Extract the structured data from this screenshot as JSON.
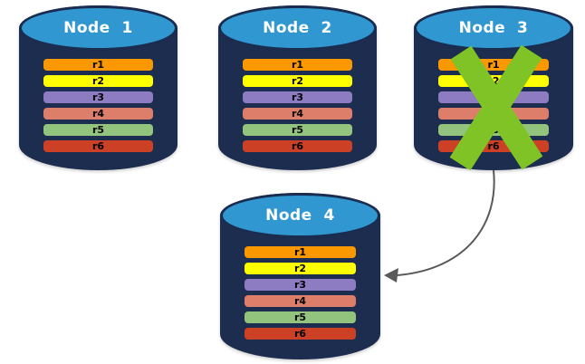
{
  "nodes": [
    {
      "id": "node-1",
      "title": "Node  1",
      "crossed_out": false,
      "rows": [
        {
          "label": "r1",
          "color": "#FB9800"
        },
        {
          "label": "r2",
          "color": "#FFFF00"
        },
        {
          "label": "r3",
          "color": "#8E7CC3"
        },
        {
          "label": "r4",
          "color": "#DD7E6B"
        },
        {
          "label": "r5",
          "color": "#93C47D"
        },
        {
          "label": "r6",
          "color": "#CC4125"
        }
      ]
    },
    {
      "id": "node-2",
      "title": "Node  2",
      "crossed_out": false,
      "rows": [
        {
          "label": "r1",
          "color": "#FB9800"
        },
        {
          "label": "r2",
          "color": "#FFFF00"
        },
        {
          "label": "r3",
          "color": "#8E7CC3"
        },
        {
          "label": "r4",
          "color": "#DD7E6B"
        },
        {
          "label": "r5",
          "color": "#93C47D"
        },
        {
          "label": "r6",
          "color": "#CC4125"
        }
      ]
    },
    {
      "id": "node-3",
      "title": "Node  3",
      "crossed_out": true,
      "rows": [
        {
          "label": "r1",
          "color": "#FB9800"
        },
        {
          "label": "r2",
          "color": "#FFFF00"
        },
        {
          "label": "r3",
          "color": "#8E7CC3"
        },
        {
          "label": "r4",
          "color": "#DD7E6B"
        },
        {
          "label": "r5",
          "color": "#93C47D"
        },
        {
          "label": "r6",
          "color": "#CC4125"
        }
      ]
    },
    {
      "id": "node-4",
      "title": "Node  4",
      "crossed_out": false,
      "rows": [
        {
          "label": "r1",
          "color": "#FB9800"
        },
        {
          "label": "r2",
          "color": "#FFFF00"
        },
        {
          "label": "r3",
          "color": "#8E7CC3"
        },
        {
          "label": "r4",
          "color": "#DD7E6B"
        },
        {
          "label": "r5",
          "color": "#93C47D"
        },
        {
          "label": "r6",
          "color": "#CC4125"
        }
      ]
    }
  ],
  "arrow": {
    "from": "node-3",
    "to": "node-4",
    "color": "#595959"
  },
  "cross": {
    "color": "#80C327"
  },
  "styles": {
    "background_color": "#ffffff",
    "cylinder_body_color": "#1C2D4F",
    "cylinder_top_color": "#3097D1",
    "cylinder_top_border_color": "#1A2C4F",
    "title_text_color": "#ffffff",
    "row_text_color": "#000000"
  }
}
